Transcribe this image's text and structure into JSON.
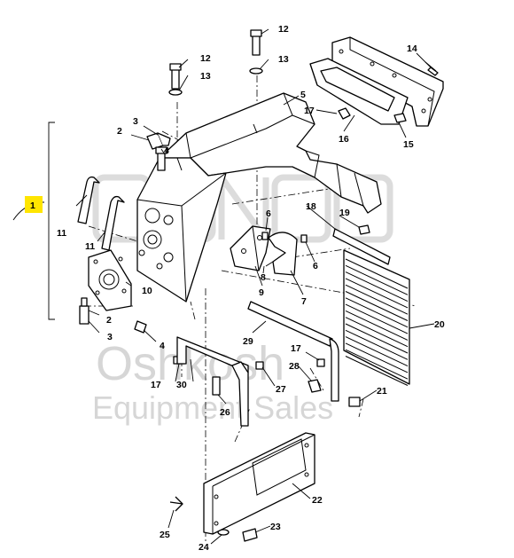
{
  "watermark": {
    "line1": "Oshkosh",
    "line2": "Equipment Sales"
  },
  "highlight_color": "#ffe500",
  "callouts": [
    {
      "id": "c1",
      "label": "1"
    },
    {
      "id": "c2a",
      "label": "2"
    },
    {
      "id": "c2b",
      "label": "2"
    },
    {
      "id": "c3a",
      "label": "3"
    },
    {
      "id": "c3b",
      "label": "3"
    },
    {
      "id": "c4a",
      "label": "4"
    },
    {
      "id": "c4b",
      "label": "4"
    },
    {
      "id": "c5",
      "label": "5"
    },
    {
      "id": "c6a",
      "label": "6"
    },
    {
      "id": "c6b",
      "label": "6"
    },
    {
      "id": "c7",
      "label": "7"
    },
    {
      "id": "c8",
      "label": "8"
    },
    {
      "id": "c9",
      "label": "9"
    },
    {
      "id": "c10",
      "label": "10"
    },
    {
      "id": "c11a",
      "label": "11"
    },
    {
      "id": "c11b",
      "label": "11"
    },
    {
      "id": "c12a",
      "label": "12"
    },
    {
      "id": "c12b",
      "label": "12"
    },
    {
      "id": "c13a",
      "label": "13"
    },
    {
      "id": "c13b",
      "label": "13"
    },
    {
      "id": "c14",
      "label": "14"
    },
    {
      "id": "c15",
      "label": "15"
    },
    {
      "id": "c16",
      "label": "16"
    },
    {
      "id": "c17a",
      "label": "17"
    },
    {
      "id": "c17b",
      "label": "17"
    },
    {
      "id": "c17c",
      "label": "17"
    },
    {
      "id": "c18",
      "label": "18"
    },
    {
      "id": "c19",
      "label": "19"
    },
    {
      "id": "c20",
      "label": "20"
    },
    {
      "id": "c21",
      "label": "21"
    },
    {
      "id": "c22",
      "label": "22"
    },
    {
      "id": "c23",
      "label": "23"
    },
    {
      "id": "c24",
      "label": "24"
    },
    {
      "id": "c25",
      "label": "25"
    },
    {
      "id": "c26",
      "label": "26"
    },
    {
      "id": "c27",
      "label": "27"
    },
    {
      "id": "c28",
      "label": "28"
    },
    {
      "id": "c29",
      "label": "29"
    },
    {
      "id": "c30",
      "label": "30"
    }
  ]
}
